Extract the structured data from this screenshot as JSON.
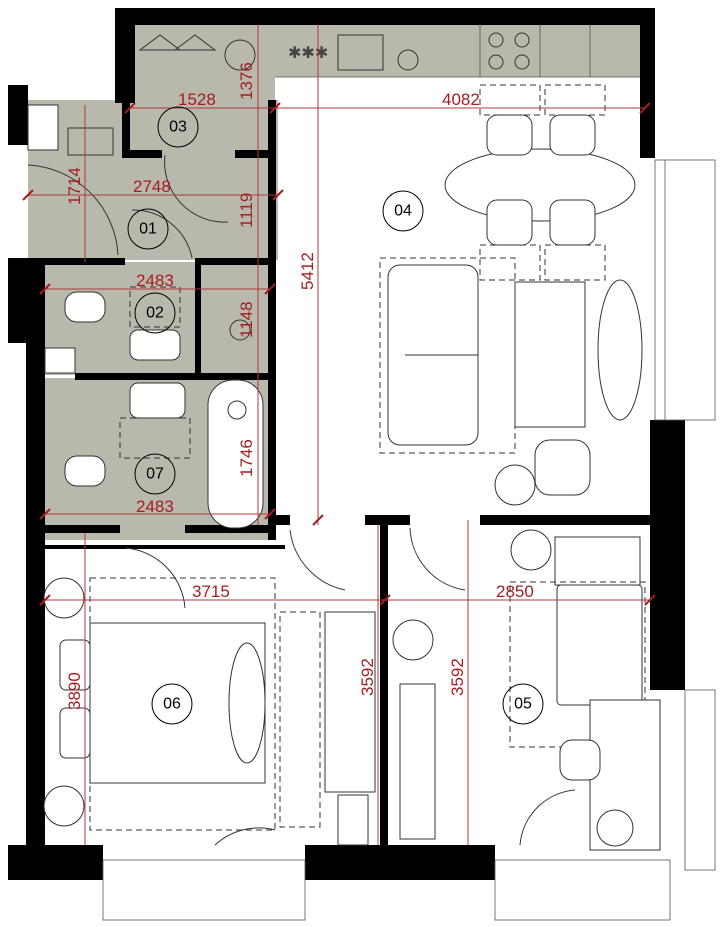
{
  "plan": {
    "rooms": [
      {
        "id": "01"
      },
      {
        "id": "02"
      },
      {
        "id": "03"
      },
      {
        "id": "04"
      },
      {
        "id": "05"
      },
      {
        "id": "06"
      },
      {
        "id": "07"
      }
    ],
    "dimensions": [
      "1528",
      "1376",
      "4082",
      "1714",
      "2748",
      "1119",
      "2483",
      "1148",
      "5412",
      "1746",
      "2483",
      "3715",
      "2850",
      "3890",
      "3592",
      "3592"
    ],
    "colors": {
      "wall": "#000000",
      "wet_area": "#b8b8ad",
      "dimension": "#a51d1f"
    }
  }
}
